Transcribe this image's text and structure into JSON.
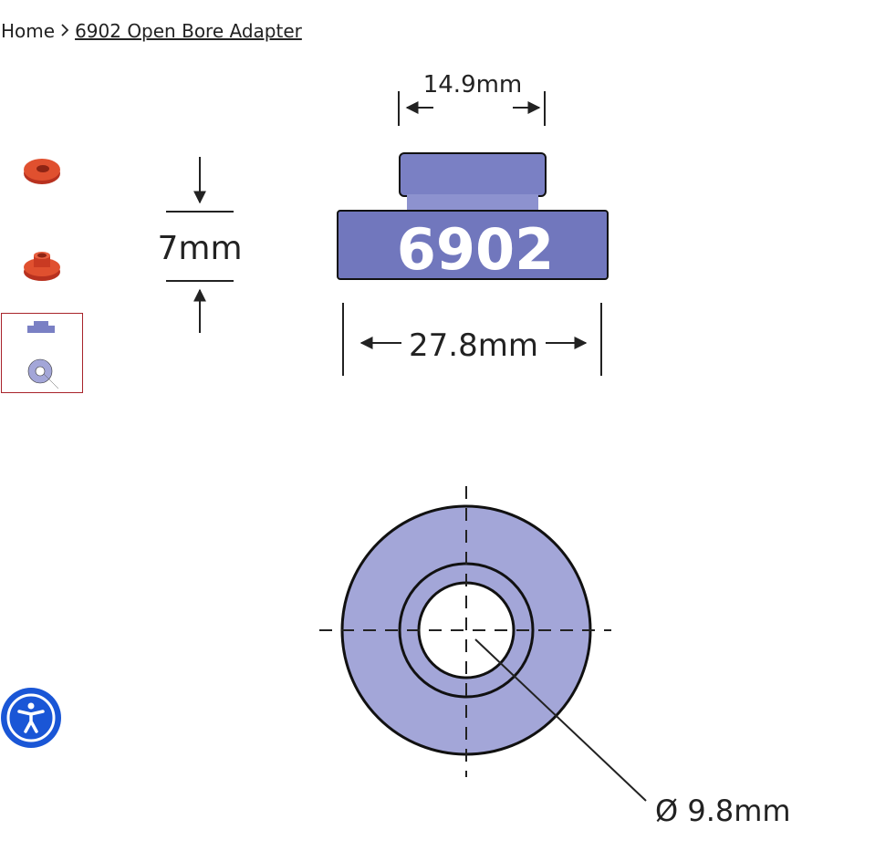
{
  "breadcrumb": {
    "home": "Home",
    "separator": "›",
    "current": "6902 Open Bore Adapter"
  },
  "gallery": {
    "thumbnails": [
      {
        "name": "adapter-top-view"
      },
      {
        "name": "adapter-side-view"
      },
      {
        "name": "adapter-dimension-diagram",
        "selected": true
      }
    ]
  },
  "diagram": {
    "top_width": "14.9mm",
    "height": "7mm",
    "bottom_width": "27.8mm",
    "part_number": "6902",
    "bore_diameter": "Ø 9.8mm",
    "colors": {
      "part": "#7a80c4",
      "part_light": "#a3a6d8",
      "outline": "#111111",
      "thumb_red": "#d9442a",
      "a11y_blue": "#1a56d6"
    }
  },
  "accessibility": {
    "icon": "accessibility-icon"
  }
}
